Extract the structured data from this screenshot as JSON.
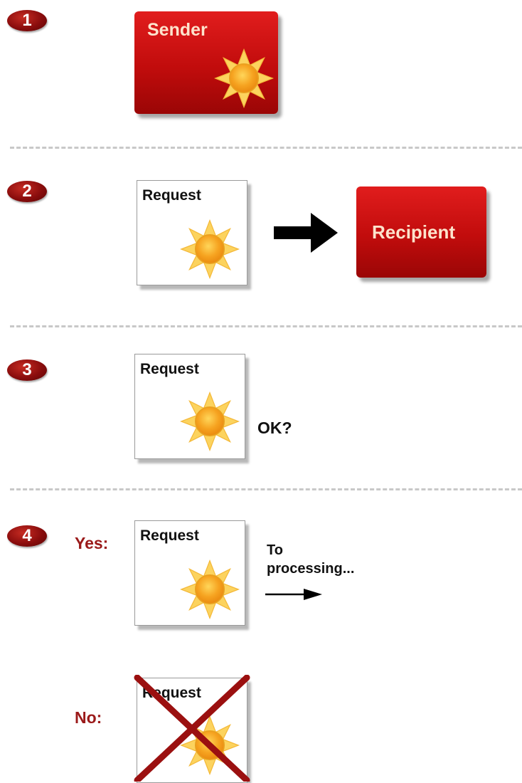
{
  "steps": {
    "s1": "1",
    "s2": "2",
    "s3": "3",
    "s4": "4"
  },
  "sender_label": "Sender",
  "recipient_label": "Recipient",
  "request_label": "Request",
  "ok_label": "OK?",
  "yes_label": "Yes:",
  "no_label": "No:",
  "to_processing_1": "To",
  "to_processing_2": "processing...",
  "colors": {
    "red_box": "#c10c0c",
    "badge": "#8a0d0d",
    "dark_red_text": "#9b1a1a",
    "sun_outer": "#fcd05a",
    "sun_inner": "#f5a623",
    "cross": "#9b1010"
  },
  "icons": {
    "sun": "sun-icon",
    "arrow": "arrow-right-icon",
    "cross": "cross-icon"
  }
}
